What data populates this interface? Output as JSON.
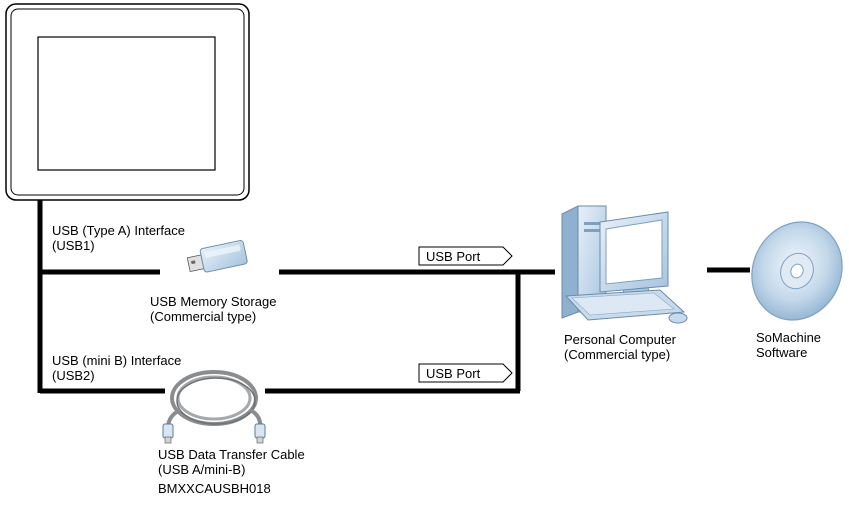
{
  "hmi": {
    "usb1_label_line1": "USB (Type A) Interface",
    "usb1_label_line2": "(USB1)",
    "usb2_label_line1": "USB (mini B) Interface",
    "usb2_label_line2": "(USB2)"
  },
  "memory": {
    "label_line1": "USB Memory Storage",
    "label_line2": "(Commercial type)"
  },
  "cable": {
    "label_line1": "USB Data Transfer Cable",
    "label_line2": "(USB A/mini-B)",
    "label_line3": "BMXXCAUSBH018"
  },
  "port_tags": [
    "USB Port",
    "USB Port"
  ],
  "pc": {
    "label_line1": "Personal Computer",
    "label_line2": "(Commercial type)"
  },
  "software": {
    "label_line1": "SoMachine",
    "label_line2": "Software"
  },
  "colors": {
    "line": "#000000",
    "device_blue": "#a9c7e2",
    "device_light": "#d8e6f2",
    "cable_gray": "#8a8d90"
  }
}
